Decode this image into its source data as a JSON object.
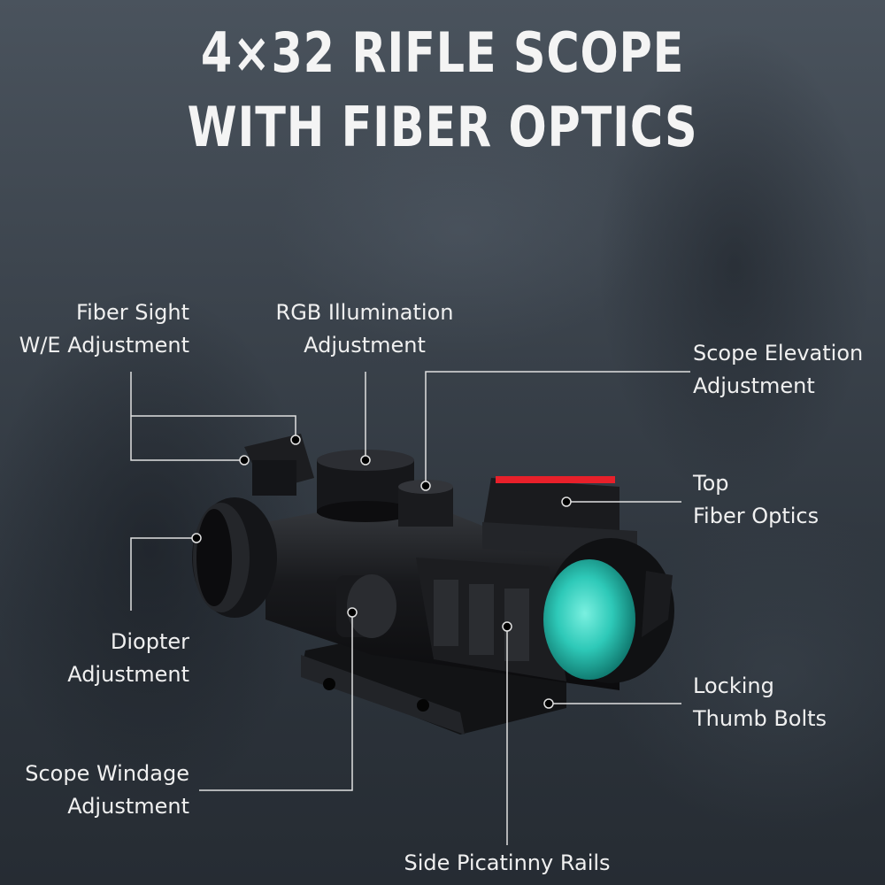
{
  "title": {
    "line1": "4×32 RIFLE SCOPE",
    "line2": "WITH FIBER OPTICS"
  },
  "callouts": {
    "fiber_sight": {
      "line1": "Fiber Sight",
      "line2": "W/E Adjustment"
    },
    "rgb_illumination": {
      "line1": "RGB Illumination",
      "line2": "Adjustment"
    },
    "scope_elevation": {
      "line1": "Scope Elevation",
      "line2": "Adjustment"
    },
    "top_fiber": {
      "line1": "Top",
      "line2": "Fiber Optics"
    },
    "diopter": {
      "line1": "Diopter",
      "line2": "Adjustment"
    },
    "locking_bolts": {
      "line1": "Locking",
      "line2": "Thumb Bolts"
    },
    "scope_windage": {
      "line1": "Scope Windage",
      "line2": "Adjustment"
    },
    "side_rails": {
      "line1": "Side Picatinny Rails"
    }
  },
  "colors": {
    "lens": "#2ec9b8",
    "fiber": "#e8202a",
    "leader": "#e0e0e0"
  }
}
